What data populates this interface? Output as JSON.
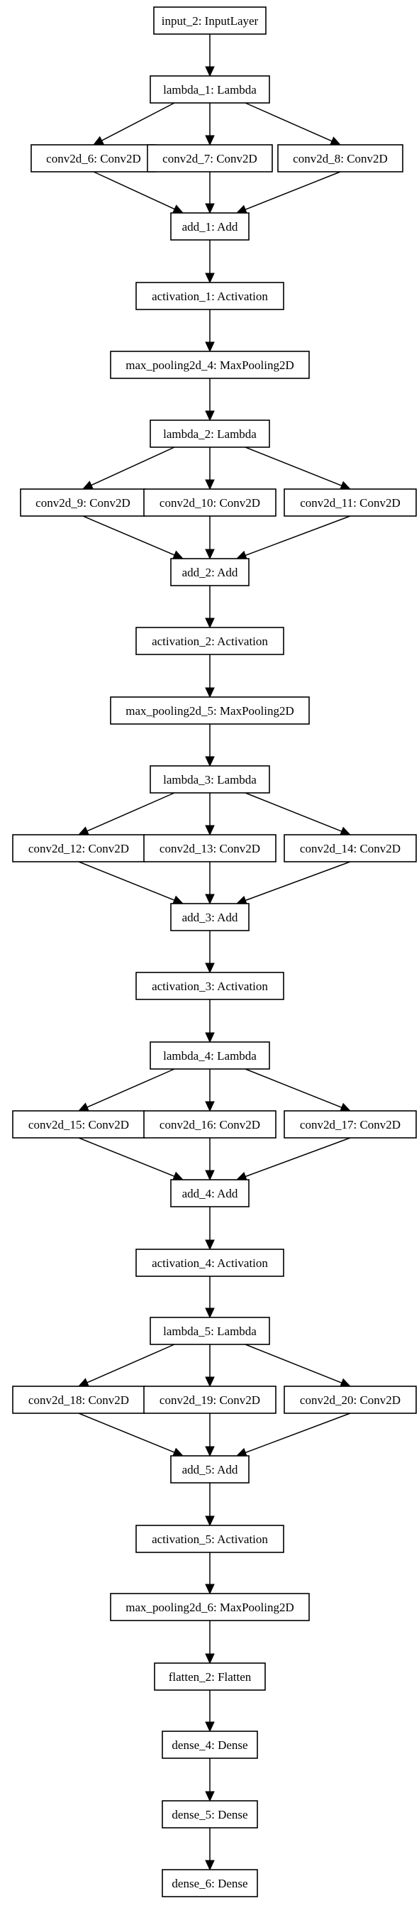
{
  "diagram": {
    "nodes": [
      {
        "id": "input_2",
        "label": "input_2: InputLayer"
      },
      {
        "id": "lambda_1",
        "label": "lambda_1: Lambda"
      },
      {
        "id": "conv2d_6",
        "label": "conv2d_6: Conv2D"
      },
      {
        "id": "conv2d_7",
        "label": "conv2d_7: Conv2D"
      },
      {
        "id": "conv2d_8",
        "label": "conv2d_8: Conv2D"
      },
      {
        "id": "add_1",
        "label": "add_1: Add"
      },
      {
        "id": "activation_1",
        "label": "activation_1: Activation"
      },
      {
        "id": "max_pooling2d_4",
        "label": "max_pooling2d_4: MaxPooling2D"
      },
      {
        "id": "lambda_2",
        "label": "lambda_2: Lambda"
      },
      {
        "id": "conv2d_9",
        "label": "conv2d_9: Conv2D"
      },
      {
        "id": "conv2d_10",
        "label": "conv2d_10: Conv2D"
      },
      {
        "id": "conv2d_11",
        "label": "conv2d_11: Conv2D"
      },
      {
        "id": "add_2",
        "label": "add_2: Add"
      },
      {
        "id": "activation_2",
        "label": "activation_2: Activation"
      },
      {
        "id": "max_pooling2d_5",
        "label": "max_pooling2d_5: MaxPooling2D"
      },
      {
        "id": "lambda_3",
        "label": "lambda_3: Lambda"
      },
      {
        "id": "conv2d_12",
        "label": "conv2d_12: Conv2D"
      },
      {
        "id": "conv2d_13",
        "label": "conv2d_13: Conv2D"
      },
      {
        "id": "conv2d_14",
        "label": "conv2d_14: Conv2D"
      },
      {
        "id": "add_3",
        "label": "add_3: Add"
      },
      {
        "id": "activation_3",
        "label": "activation_3: Activation"
      },
      {
        "id": "lambda_4",
        "label": "lambda_4: Lambda"
      },
      {
        "id": "conv2d_15",
        "label": "conv2d_15: Conv2D"
      },
      {
        "id": "conv2d_16",
        "label": "conv2d_16: Conv2D"
      },
      {
        "id": "conv2d_17",
        "label": "conv2d_17: Conv2D"
      },
      {
        "id": "add_4",
        "label": "add_4: Add"
      },
      {
        "id": "activation_4",
        "label": "activation_4: Activation"
      },
      {
        "id": "lambda_5",
        "label": "lambda_5: Lambda"
      },
      {
        "id": "conv2d_18",
        "label": "conv2d_18: Conv2D"
      },
      {
        "id": "conv2d_19",
        "label": "conv2d_19: Conv2D"
      },
      {
        "id": "conv2d_20",
        "label": "conv2d_20: Conv2D"
      },
      {
        "id": "add_5",
        "label": "add_5: Add"
      },
      {
        "id": "activation_5",
        "label": "activation_5: Activation"
      },
      {
        "id": "max_pooling2d_6",
        "label": "max_pooling2d_6: MaxPooling2D"
      },
      {
        "id": "flatten_2",
        "label": "flatten_2: Flatten"
      },
      {
        "id": "dense_4",
        "label": "dense_4: Dense"
      },
      {
        "id": "dense_5",
        "label": "dense_5: Dense"
      },
      {
        "id": "dense_6",
        "label": "dense_6: Dense"
      }
    ],
    "edges": [
      [
        "input_2",
        "lambda_1"
      ],
      [
        "lambda_1",
        "conv2d_6"
      ],
      [
        "lambda_1",
        "conv2d_7"
      ],
      [
        "lambda_1",
        "conv2d_8"
      ],
      [
        "conv2d_6",
        "add_1"
      ],
      [
        "conv2d_7",
        "add_1"
      ],
      [
        "conv2d_8",
        "add_1"
      ],
      [
        "add_1",
        "activation_1"
      ],
      [
        "activation_1",
        "max_pooling2d_4"
      ],
      [
        "max_pooling2d_4",
        "lambda_2"
      ],
      [
        "lambda_2",
        "conv2d_9"
      ],
      [
        "lambda_2",
        "conv2d_10"
      ],
      [
        "lambda_2",
        "conv2d_11"
      ],
      [
        "conv2d_9",
        "add_2"
      ],
      [
        "conv2d_10",
        "add_2"
      ],
      [
        "conv2d_11",
        "add_2"
      ],
      [
        "add_2",
        "activation_2"
      ],
      [
        "activation_2",
        "max_pooling2d_5"
      ],
      [
        "max_pooling2d_5",
        "lambda_3"
      ],
      [
        "lambda_3",
        "conv2d_12"
      ],
      [
        "lambda_3",
        "conv2d_13"
      ],
      [
        "lambda_3",
        "conv2d_14"
      ],
      [
        "conv2d_12",
        "add_3"
      ],
      [
        "conv2d_13",
        "add_3"
      ],
      [
        "conv2d_14",
        "add_3"
      ],
      [
        "add_3",
        "activation_3"
      ],
      [
        "activation_3",
        "lambda_4"
      ],
      [
        "lambda_4",
        "conv2d_15"
      ],
      [
        "lambda_4",
        "conv2d_16"
      ],
      [
        "lambda_4",
        "conv2d_17"
      ],
      [
        "conv2d_15",
        "add_4"
      ],
      [
        "conv2d_16",
        "add_4"
      ],
      [
        "conv2d_17",
        "add_4"
      ],
      [
        "add_4",
        "activation_4"
      ],
      [
        "activation_4",
        "lambda_5"
      ],
      [
        "lambda_5",
        "conv2d_18"
      ],
      [
        "lambda_5",
        "conv2d_19"
      ],
      [
        "lambda_5",
        "conv2d_20"
      ],
      [
        "conv2d_18",
        "add_5"
      ],
      [
        "conv2d_19",
        "add_5"
      ],
      [
        "conv2d_20",
        "add_5"
      ],
      [
        "add_5",
        "activation_5"
      ],
      [
        "activation_5",
        "max_pooling2d_6"
      ],
      [
        "max_pooling2d_6",
        "flatten_2"
      ],
      [
        "flatten_2",
        "dense_4"
      ],
      [
        "dense_4",
        "dense_5"
      ],
      [
        "dense_5",
        "dense_6"
      ]
    ]
  }
}
